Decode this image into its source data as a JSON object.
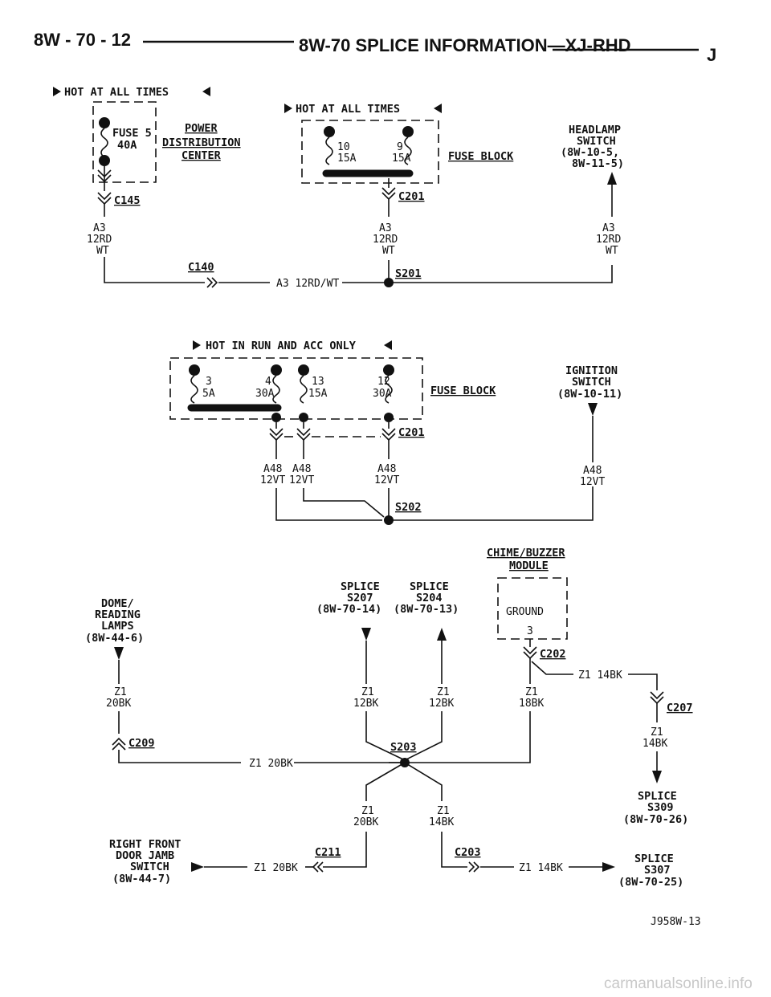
{
  "header": {
    "page_number": "8W - 70 - 12",
    "title": "8W-70 SPLICE INFORMATION—XJ-RHD",
    "mark": "J"
  },
  "section1": {
    "hot_label": "HOT AT ALL TIMES",
    "fuse5": {
      "name": "FUSE 5",
      "rating": "40A"
    },
    "pdc": [
      "POWER",
      "DISTRIBUTION",
      "CENTER"
    ],
    "fuse_block_hot": "HOT AT ALL TIMES",
    "fuse10": {
      "num": "10",
      "rating": "15A"
    },
    "fuse9": {
      "num": "9",
      "rating": "15A"
    },
    "fuse_block": "FUSE BLOCK",
    "headlamp": [
      "HEADLAMP",
      "SWITCH",
      "(8W-10-5,",
      "8W-11-5)"
    ],
    "c145": "C145",
    "c201": "C201",
    "wire_a3": [
      "A3",
      "12RD",
      "WT"
    ],
    "c140": "C140",
    "wire_a3_full": "A3 12RD/WT",
    "s201": "S201"
  },
  "section2": {
    "hot_label": "HOT IN RUN AND ACC ONLY",
    "fuse3": {
      "num": "3",
      "rating": "5A"
    },
    "fuse4": {
      "num": "4",
      "rating": "30A"
    },
    "fuse13": {
      "num": "13",
      "rating": "15A"
    },
    "fuse12": {
      "num": "12",
      "rating": "30A"
    },
    "fuse_block": "FUSE BLOCK",
    "ignition": [
      "IGNITION",
      "SWITCH",
      "(8W-10-11)"
    ],
    "c201": "C201",
    "wire_a48": [
      "A48",
      "12VT"
    ],
    "s202": "S202"
  },
  "section3": {
    "chime": [
      "CHIME/BUZZER",
      "MODULE"
    ],
    "ground": "GROUND",
    "ground_pin": "3",
    "c202": "C202",
    "splice207": [
      "SPLICE",
      "S207",
      "(8W-70-14)"
    ],
    "splice204": [
      "SPLICE",
      "S204",
      "(8W-70-13)"
    ],
    "dome": [
      "DOME/",
      "READING",
      "LAMPS",
      "(8W-44-6)"
    ],
    "z1": "Z1",
    "g20bk": "20BK",
    "g12bk": "12BK",
    "g18bk": "18BK",
    "g14bk": "14BK",
    "z1_14bk": "Z1 14BK",
    "c207": "C207",
    "c209": "C209",
    "z1_20bk": "Z1 20BK",
    "s203": "S203",
    "splice309": [
      "SPLICE",
      "S309",
      "(8W-70-26)"
    ],
    "right_front": [
      "RIGHT FRONT",
      "DOOR JAMB",
      "SWITCH",
      "(8W-44-7)"
    ],
    "c211": "C211",
    "c203": "C203",
    "splice307": [
      "SPLICE",
      "S307",
      "(8W-70-25)"
    ]
  },
  "footer": {
    "figure_id": "J958W-13",
    "watermark": "carmanualsonline.info"
  }
}
